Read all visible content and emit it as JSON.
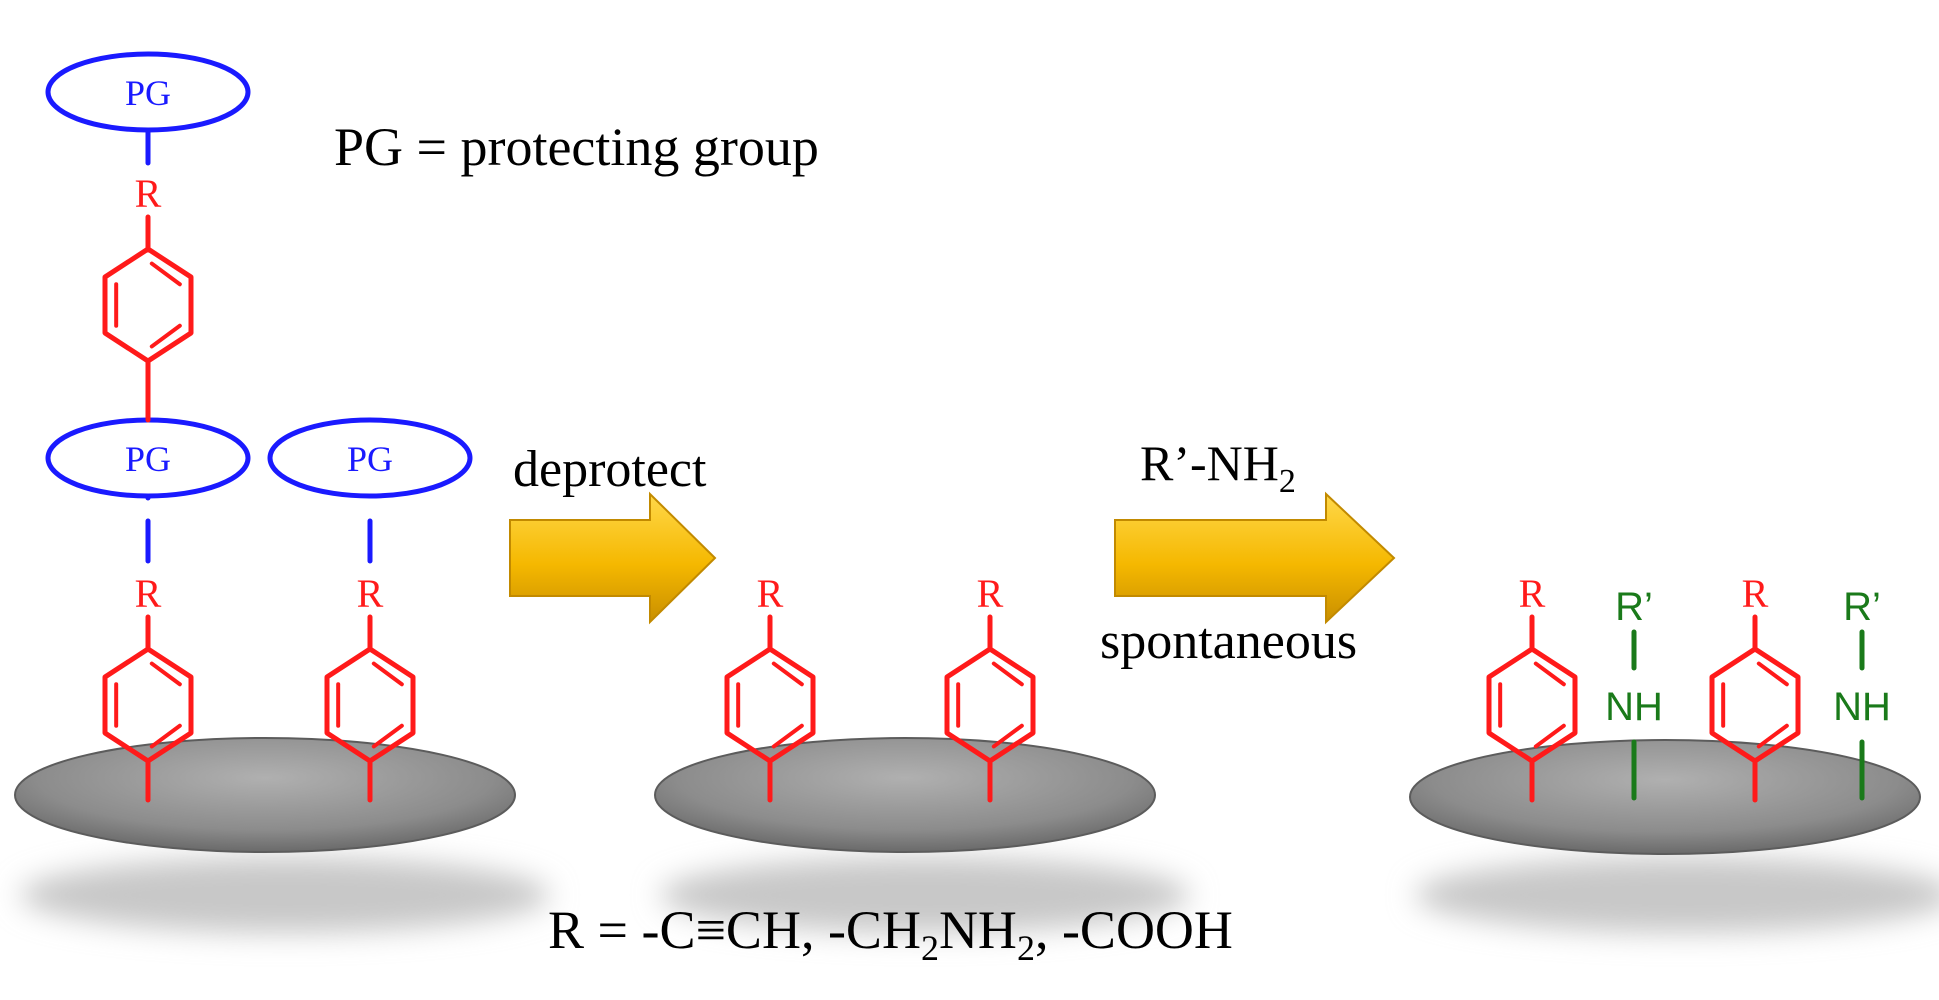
{
  "legend": {
    "pg_definition": "PG = protecting group",
    "r_definition_prefix": "R = -C≡CH, -CH",
    "r_definition_sub1": "2",
    "r_definition_mid": "NH",
    "r_definition_sub2": "2",
    "r_definition_suffix": ", -COOH"
  },
  "labels": {
    "pg": "PG",
    "r": "R",
    "r_prime": "R’",
    "nh": "NH"
  },
  "steps": {
    "deprotect": "deprotect",
    "reagent_prefix": "R’-NH",
    "reagent_sub": "2",
    "spontaneous": "spontaneous"
  },
  "colors": {
    "protecting_group": "#1a1aff",
    "aryl_linker": "#ff1a1a",
    "amine_graft": "#1a7a1a",
    "arrow_fill": "#f5b800",
    "surface": "#8c8c8c"
  }
}
